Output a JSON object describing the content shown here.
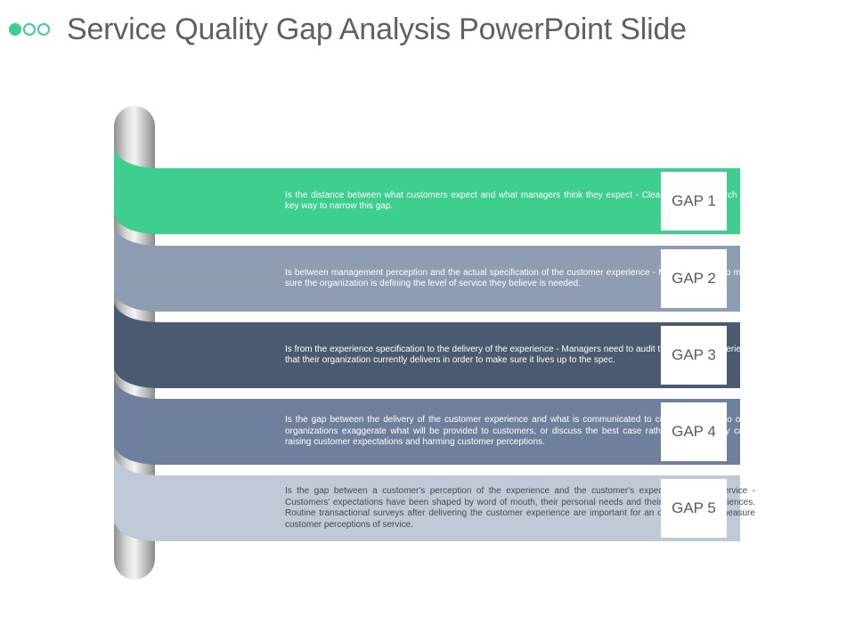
{
  "header": {
    "title": "Service Quality Gap Analysis PowerPoint Slide"
  },
  "colors": {
    "accent": "#3ecf8e"
  },
  "gaps": [
    {
      "label": "GAP 1",
      "color": "#3ecf8e",
      "shadow": "#2a9467",
      "text_color": "#ffffff",
      "text": "Is the distance between what customers expect and what managers think they expect - Clearly survey research is a key way to narrow this gap."
    },
    {
      "label": "GAP 2",
      "color": "#8e9db1",
      "shadow": "#64718a",
      "text_color": "#ffffff",
      "text": "Is between management perception and the actual specification of the customer experience - Managers need to make sure the organization is defining the level of service they believe is needed."
    },
    {
      "label": "GAP 3",
      "color": "#4a5a70",
      "shadow": "#2c3848",
      "text_color": "#ffffff",
      "text": "Is from the experience specification to the delivery of the experience - Managers need to audit the customer experience that their organization currently delivers in order to make sure it lives up to the spec."
    },
    {
      "label": "GAP 4",
      "color": "#6e809b",
      "shadow": "#4a5870",
      "text_color": "#ffffff",
      "text": "Is the gap between the delivery of the customer experience and what is communicated to customers - All too often organizations exaggerate what will be provided to customers, or discuss the best case rather than the likely case, raising customer expectations and harming customer perceptions."
    },
    {
      "label": "GAP 5",
      "color": "#bfc9d8",
      "shadow": "#8e9ab0",
      "text_color": "#4a4a4a",
      "text": "Is the gap between a customer's perception of the experience and the customer's expectation of the service - Customers' expectations have been shaped by word of mouth, their personal needs and their own past experiences. Routine transactional surveys after delivering the customer experience are important for an organization to measure customer perceptions of service."
    }
  ]
}
